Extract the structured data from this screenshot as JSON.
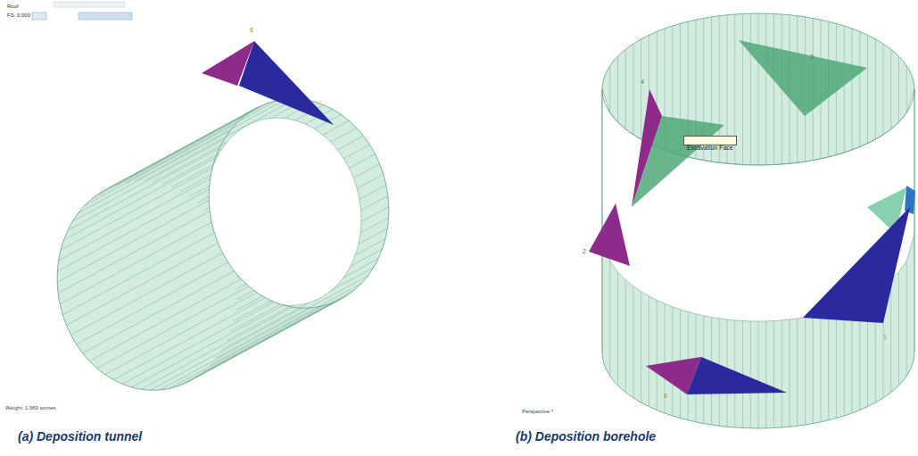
{
  "diagram": {
    "nodes": [
      {
        "text": [
          "Excavation Face"
        ]
      }
    ],
    "labels": [
      "Roof",
      "FS: 0.000",
      "6",
      "Weight: 1.969 tonnes",
      "(a) Deposition tunnel",
      "3",
      "4",
      "2",
      "1",
      "6",
      "Perspective *",
      "(b) Deposition borehole"
    ]
  }
}
